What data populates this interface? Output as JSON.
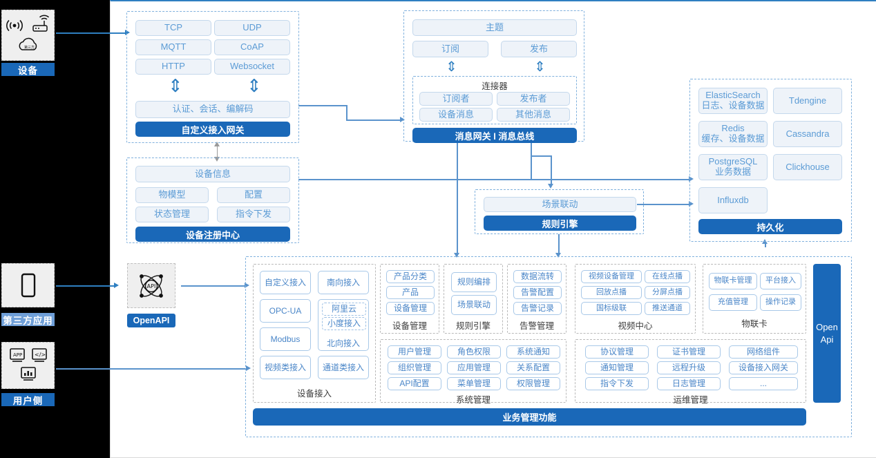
{
  "left_rail": {
    "cards": [
      {
        "name": "device",
        "label": "设备",
        "icons": [
          "wireless-signal-icon",
          "router-icon",
          "cloud-icon"
        ]
      },
      {
        "name": "third-party-app",
        "label": "第三方应用",
        "icons": [
          "mobile-phone-icon"
        ]
      },
      {
        "name": "user-side",
        "label": "用户侧",
        "icons": [
          "app-window-icon",
          "code-window-icon",
          "chart-window-icon"
        ]
      }
    ]
  },
  "openapi": {
    "icon": "api-network-icon",
    "label": "OpenAPI"
  },
  "gateway": {
    "protocols": [
      "TCP",
      "UDP",
      "MQTT",
      "CoAP",
      "HTTP",
      "Websocket"
    ],
    "middle": "认证、会话、编解码",
    "title": "自定义接入网关"
  },
  "message_bus": {
    "topic": "主题",
    "subscribe": "订阅",
    "publish": "发布",
    "connector_title": "连接器",
    "connector_items": [
      "订阅者",
      "发布者",
      "设备消息",
      "其他消息"
    ],
    "title": "消息网关 l 消息总线"
  },
  "device_registry": {
    "info": "设备信息",
    "items": [
      "物模型",
      "配置",
      "状态管理",
      "指令下发"
    ],
    "title": "设备注册中心"
  },
  "rule_engine": {
    "scene": "场景联动",
    "title": "规则引擎"
  },
  "persistence": {
    "items": [
      {
        "label": "ElasticSearch\n日志、设备数据"
      },
      {
        "label": "Tdengine"
      },
      {
        "label": "Redis\n缓存、设备数据"
      },
      {
        "label": "Cassandra"
      },
      {
        "label": "PostgreSQL\n业务数据"
      },
      {
        "label": "Clickhouse"
      },
      {
        "label": "Influxdb"
      }
    ],
    "title": "持久化"
  },
  "business": {
    "title": "业务管理功能",
    "openapi_vertical": [
      "Open",
      "Api"
    ],
    "groups": [
      {
        "name": "device-access",
        "label": "设备接入",
        "left_col": [
          "自定义接入",
          "OPC-UA",
          "Modbus",
          "视频类接入"
        ],
        "right_col": [
          "南向接入",
          "北向接入",
          "通道类接入"
        ],
        "nested": [
          "阿里云",
          "小度接入"
        ]
      },
      {
        "name": "device-management",
        "label": "设备管理",
        "items": [
          "产品分类",
          "产品",
          "设备管理"
        ]
      },
      {
        "name": "rule-engine",
        "label": "规则引擎",
        "items": [
          "规则编排",
          "场景联动"
        ]
      },
      {
        "name": "alarm-management",
        "label": "告警管理",
        "items": [
          "数据流转",
          "告警配置",
          "告警记录"
        ]
      },
      {
        "name": "video-center",
        "label": "视频中心",
        "items": [
          "视频设备管理",
          "在线点播",
          "回放点播",
          "分屏点播",
          "国标级联",
          "推送通道"
        ]
      },
      {
        "name": "iot-card",
        "label": "物联卡",
        "items": [
          "物联卡管理",
          "平台接入",
          "充值管理",
          "操作记录"
        ]
      },
      {
        "name": "system-management",
        "label": "系统管理",
        "items": [
          "用户管理",
          "角色权限",
          "系统通知",
          "组织管理",
          "应用管理",
          "关系配置",
          "API配置",
          "菜单管理",
          "权限管理"
        ]
      },
      {
        "name": "ops-management",
        "label": "运维管理",
        "items": [
          "协议管理",
          "证书管理",
          "网络组件",
          "通知管理",
          "远程升级",
          "设备接入网关",
          "指令下发",
          "日志管理",
          "..."
        ]
      }
    ]
  },
  "colors": {
    "brand_blue": "#1a68b8",
    "light_blue_text": "#5b9bd5",
    "chip_bg": "#eef3f9",
    "dashed_border": "#7fb0dd",
    "rail_card_bg": "#efefef",
    "light_label_blue": "#6f9fd8"
  }
}
